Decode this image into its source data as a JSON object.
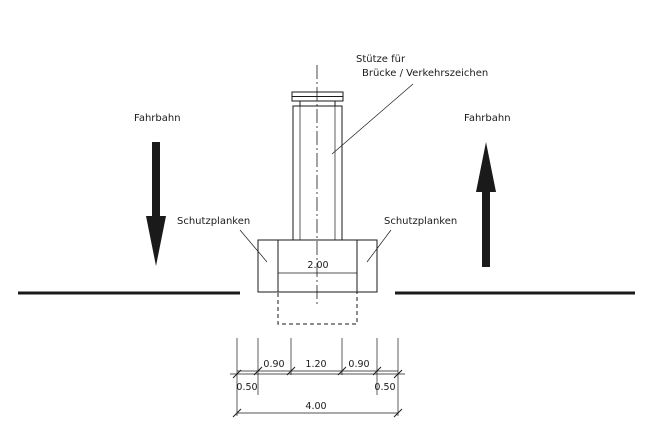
{
  "labels": {
    "stuetze_line1": "Stütze für",
    "stuetze_line2": "Brücke / Verkehrszeichen",
    "fahrbahn_left": "Fahrbahn",
    "fahrbahn_right": "Fahrbahn",
    "schutzplanken_left": "Schutzplanken",
    "schutzplanken_right": "Schutzplanken",
    "width_inner": "2.00"
  },
  "dimensions": {
    "row1": [
      "0.90",
      "1.20",
      "0.90"
    ],
    "row2": [
      "0.50",
      "0.50"
    ],
    "total": "4.00"
  },
  "colors": {
    "ink": "#1a1a1a",
    "guardrail_fill": "#d4d4d4"
  }
}
